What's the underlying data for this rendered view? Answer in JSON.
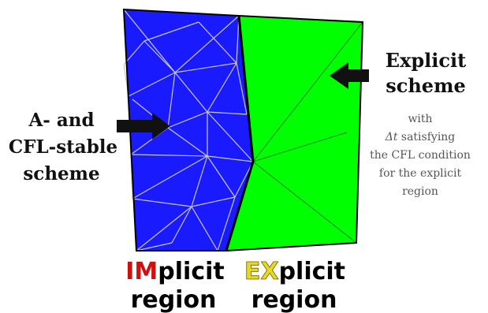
{
  "colors": {
    "implicit_fill": "#1a1aff",
    "explicit_fill": "#00ff00",
    "mesh_line": "#c8c8c8",
    "outline": "#000000",
    "arrow": "#111111",
    "highlight_red": "#cc1111",
    "highlight_yellow": "#e8d820"
  },
  "implicit_annotation": {
    "line1": "A- and",
    "line2": "CFL-stable",
    "line3": "scheme"
  },
  "explicit_annotation": {
    "title_line1": "Explicit",
    "title_line2": "scheme",
    "note_line1": "with",
    "note_line2_symbol": "Δt",
    "note_line2_rest": " satisfying",
    "note_line3": "the CFL condition",
    "note_line4": "for the explicit",
    "note_line5": "region"
  },
  "bottom_labels": {
    "implicit_prefix": "IM",
    "implicit_suffix": "plicit",
    "implicit_line2": "region",
    "explicit_prefix": "EX",
    "explicit_suffix": "plicit",
    "explicit_line2": "region"
  },
  "icons": {
    "left_arrow": "arrow-right-icon",
    "right_arrow": "arrow-left-icon"
  }
}
